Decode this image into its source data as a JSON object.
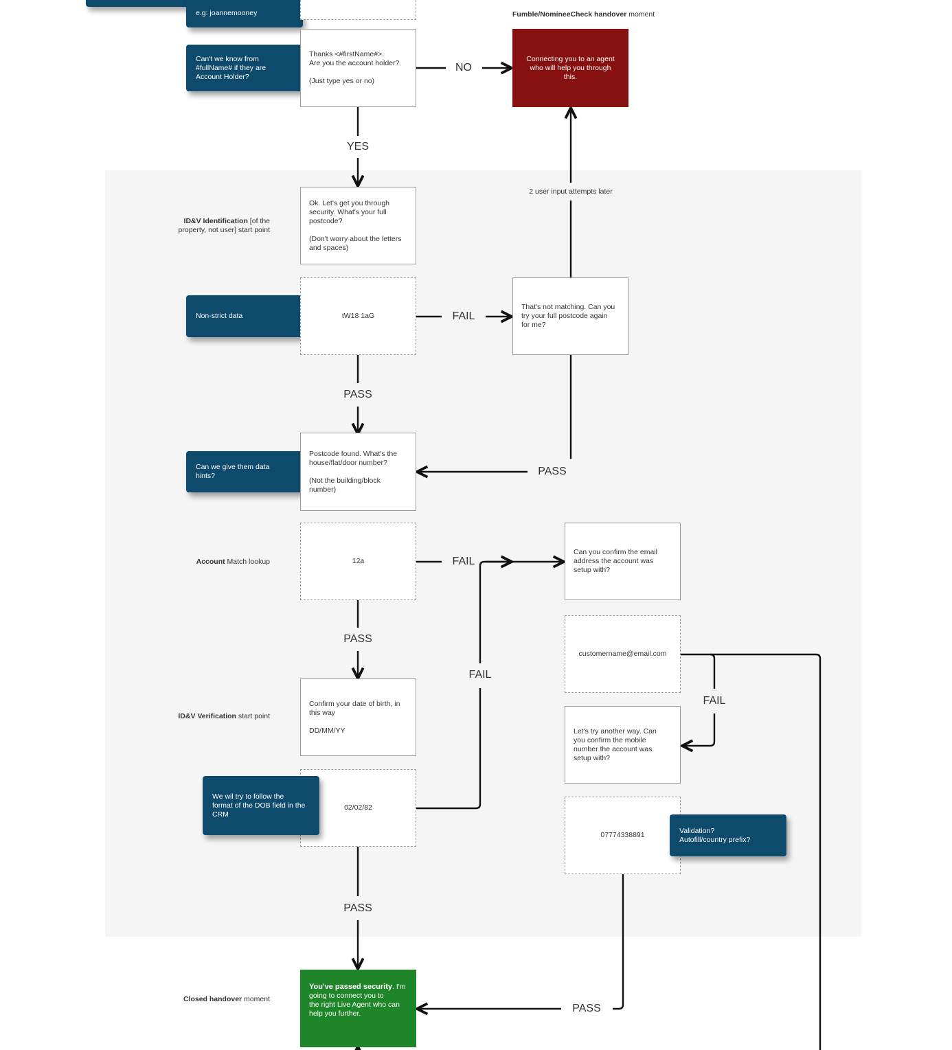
{
  "header": {
    "handover_title_bold": "Fumble/NomineeCheck handover",
    "handover_title_rest": "moment"
  },
  "notes": {
    "example_name": "e.g: joannemooney",
    "account_holder_question": "Can't we know  from\n#fullName# if they are\nAccount Holder?",
    "non_strict": "Non-strict data",
    "data_hints": "Can we give them data\nhints?",
    "dob_format": "We wil try to follow the\nformat of the DOB field in the\nCRM",
    "validation": "Validation?\nAutofill/country prefix?"
  },
  "boxes": {
    "account_holder": "Thanks <#firstName#>.\nAre you the account holder?\n\n(Just type yes or no)",
    "agent_connect": "Connecting you to an agent\nwho will help you through\nthis.",
    "postcode_ask": "Ok. Let's get you through\nsecurity. What's your full\npostcode?\n\n(Don't worry about the letters\nand spaces)",
    "postcode_input": "tW18 1aG",
    "postcode_retry": "That's not matching. Can you\ntry your full postcode again\n for me?",
    "house_number": "Postcode found. What's the\nhouse/flat/door number?\n\n(Not the building/block\nnumber)",
    "house_input": "12a",
    "email_ask": "Can you confirm the email\naddress the account was\nsetup with?",
    "email_input": "customername@email.com",
    "mobile_ask": "Let's try another way. Can\nyou confirm the mobile\nnumber the account was\nsetup with?",
    "dob_ask": "Confirm your date of birth, in\nthis way\n\nDD/MM/YY",
    "dob_input": "02/02/82",
    "mobile_input": "07774338891",
    "passed_bold": "You've passed security",
    "passed_rest": ". I'm going to connect you to\nthe right Live Agent who can\nhelp you further."
  },
  "side_labels": {
    "idv_identification_bold": "ID&V Identification",
    "idv_identification_rest": " [of the\nproperty, not user] start point",
    "account_match_bold": "Account",
    "account_match_rest": " Match lookup",
    "idv_verification_bold": "ID&V Verification",
    "idv_verification_rest": " start point",
    "closed_handover_bold": "Closed handover",
    "closed_handover_rest": " moment"
  },
  "edge_labels": {
    "no": "NO",
    "yes": "YES",
    "attempts": "2 user input attempts later",
    "fail_postcode": "FAIL",
    "pass_postcode": "PASS",
    "pass_retry": "PASS",
    "fail_house": "FAIL",
    "pass_house": "PASS",
    "fail_dob": "FAIL",
    "fail_email": "FAIL",
    "pass_dob": "PASS",
    "pass_mobile": "PASS"
  },
  "colors": {
    "note": "#0d4a6b",
    "fail_terminal": "#871010",
    "pass_terminal": "#1e8528",
    "zone": "#f6f5f5"
  }
}
